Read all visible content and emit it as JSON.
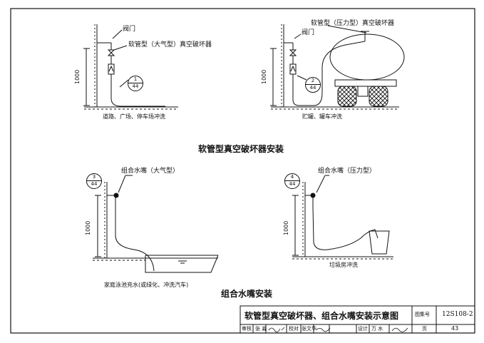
{
  "figure1": {
    "valve_label": "阀门",
    "device_label": "软管型（大气型）真空破坏器",
    "ref_top": "1",
    "ref_bottom": "44",
    "dimension": "1000",
    "caption": "道路、广场、停车场冲洗"
  },
  "figure2": {
    "device_label": "软管型（压力型）真空破坏器",
    "valve_label": "阀门",
    "ref_top": "2",
    "ref_bottom": "44",
    "dimension": "1000",
    "caption": "贮罐、罐车冲洗"
  },
  "section1_title": "软管型真空破坏器安装",
  "figure3": {
    "ref_top": "3",
    "ref_bottom": "44",
    "nozzle_label": "组合水嘴（大气型）",
    "dimension": "1000",
    "caption": "家庭泳池充水(或绿化、冲洗汽车)"
  },
  "figure4": {
    "ref_top": "4",
    "ref_bottom": "44",
    "nozzle_label": "组合水嘴（压力型）",
    "dimension": "1000",
    "caption": "垃圾房冲洗"
  },
  "section2_title": "组合水嘴安装",
  "title_block": {
    "drawing_title": "软管型真空破坏器、组合水嘴安装示意图",
    "atlas_no_label": "图集号",
    "atlas_no": "12S108-2",
    "review_label": "审核",
    "reviewer": "张 淼",
    "check_label": "校对",
    "checker": "张文华",
    "design_label": "设计",
    "designer": "万 水",
    "page_label": "页",
    "page_no": "43"
  }
}
